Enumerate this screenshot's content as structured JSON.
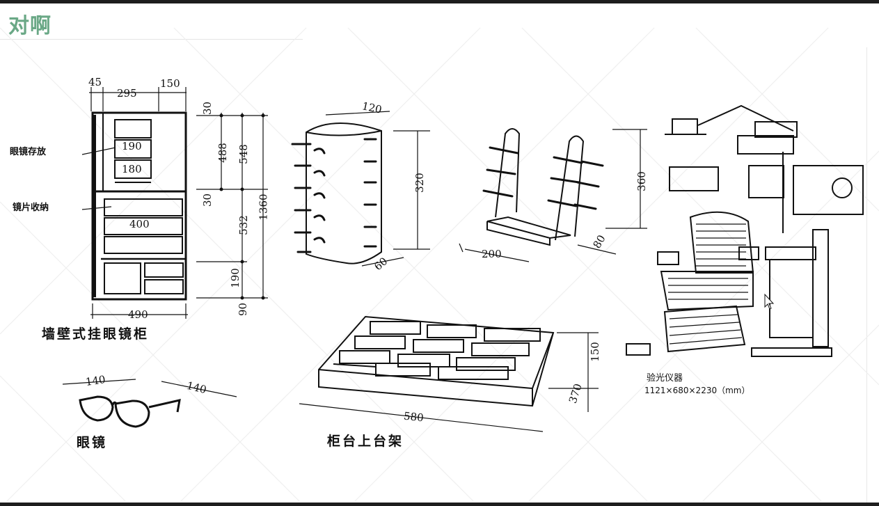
{
  "slide": {
    "title": "对啊"
  },
  "cabinet": {
    "caption": "墙壁式挂眼镜柜",
    "label_storage": "眼镜存放",
    "label_lens": "镜片收纳",
    "dims": {
      "w45": "45",
      "w295": "295",
      "w150": "150",
      "s190": "190",
      "s180": "180",
      "w400": "400",
      "w490": "490",
      "h30a": "30",
      "h488": "488",
      "h548": "548",
      "h30b": "30",
      "h532": "532",
      "h1360": "1360",
      "h190": "190",
      "h90": "90"
    }
  },
  "stand": {
    "dims": {
      "w120": "120",
      "h320": "320",
      "d60": "60"
    }
  },
  "rack": {
    "dims": {
      "h360": "360",
      "w200": "200",
      "d80": "80"
    }
  },
  "refractor": {
    "caption": "验光仪器",
    "size": "1121×680×2230（mm）"
  },
  "glasses": {
    "caption": "眼镜",
    "dims": {
      "w140a": "140",
      "w140b": "140"
    }
  },
  "tray": {
    "caption": "柜台上台架",
    "dims": {
      "w580": "580",
      "h150": "150",
      "d370": "370"
    }
  },
  "icons": {
    "cursor": "mouse-cursor-icon",
    "watermark": "watermark-icon"
  }
}
